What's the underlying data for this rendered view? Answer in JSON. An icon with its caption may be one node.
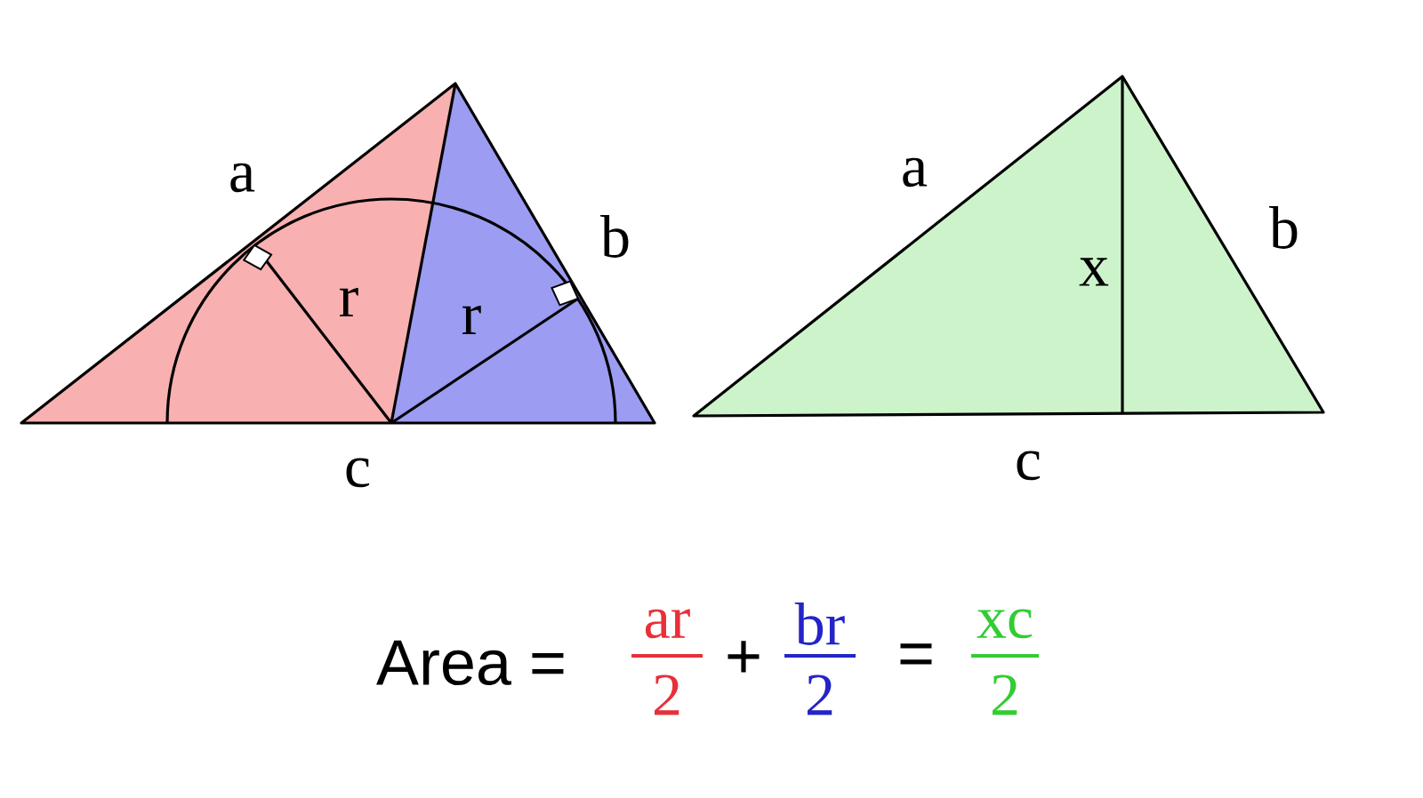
{
  "diagram": {
    "labels": [
      "a",
      "r",
      "r",
      "b",
      "c",
      "a",
      "x",
      "b",
      "c",
      "Area =",
      "ar",
      "2",
      "+",
      "br",
      "2",
      "=",
      "xc",
      "2"
    ]
  }
}
